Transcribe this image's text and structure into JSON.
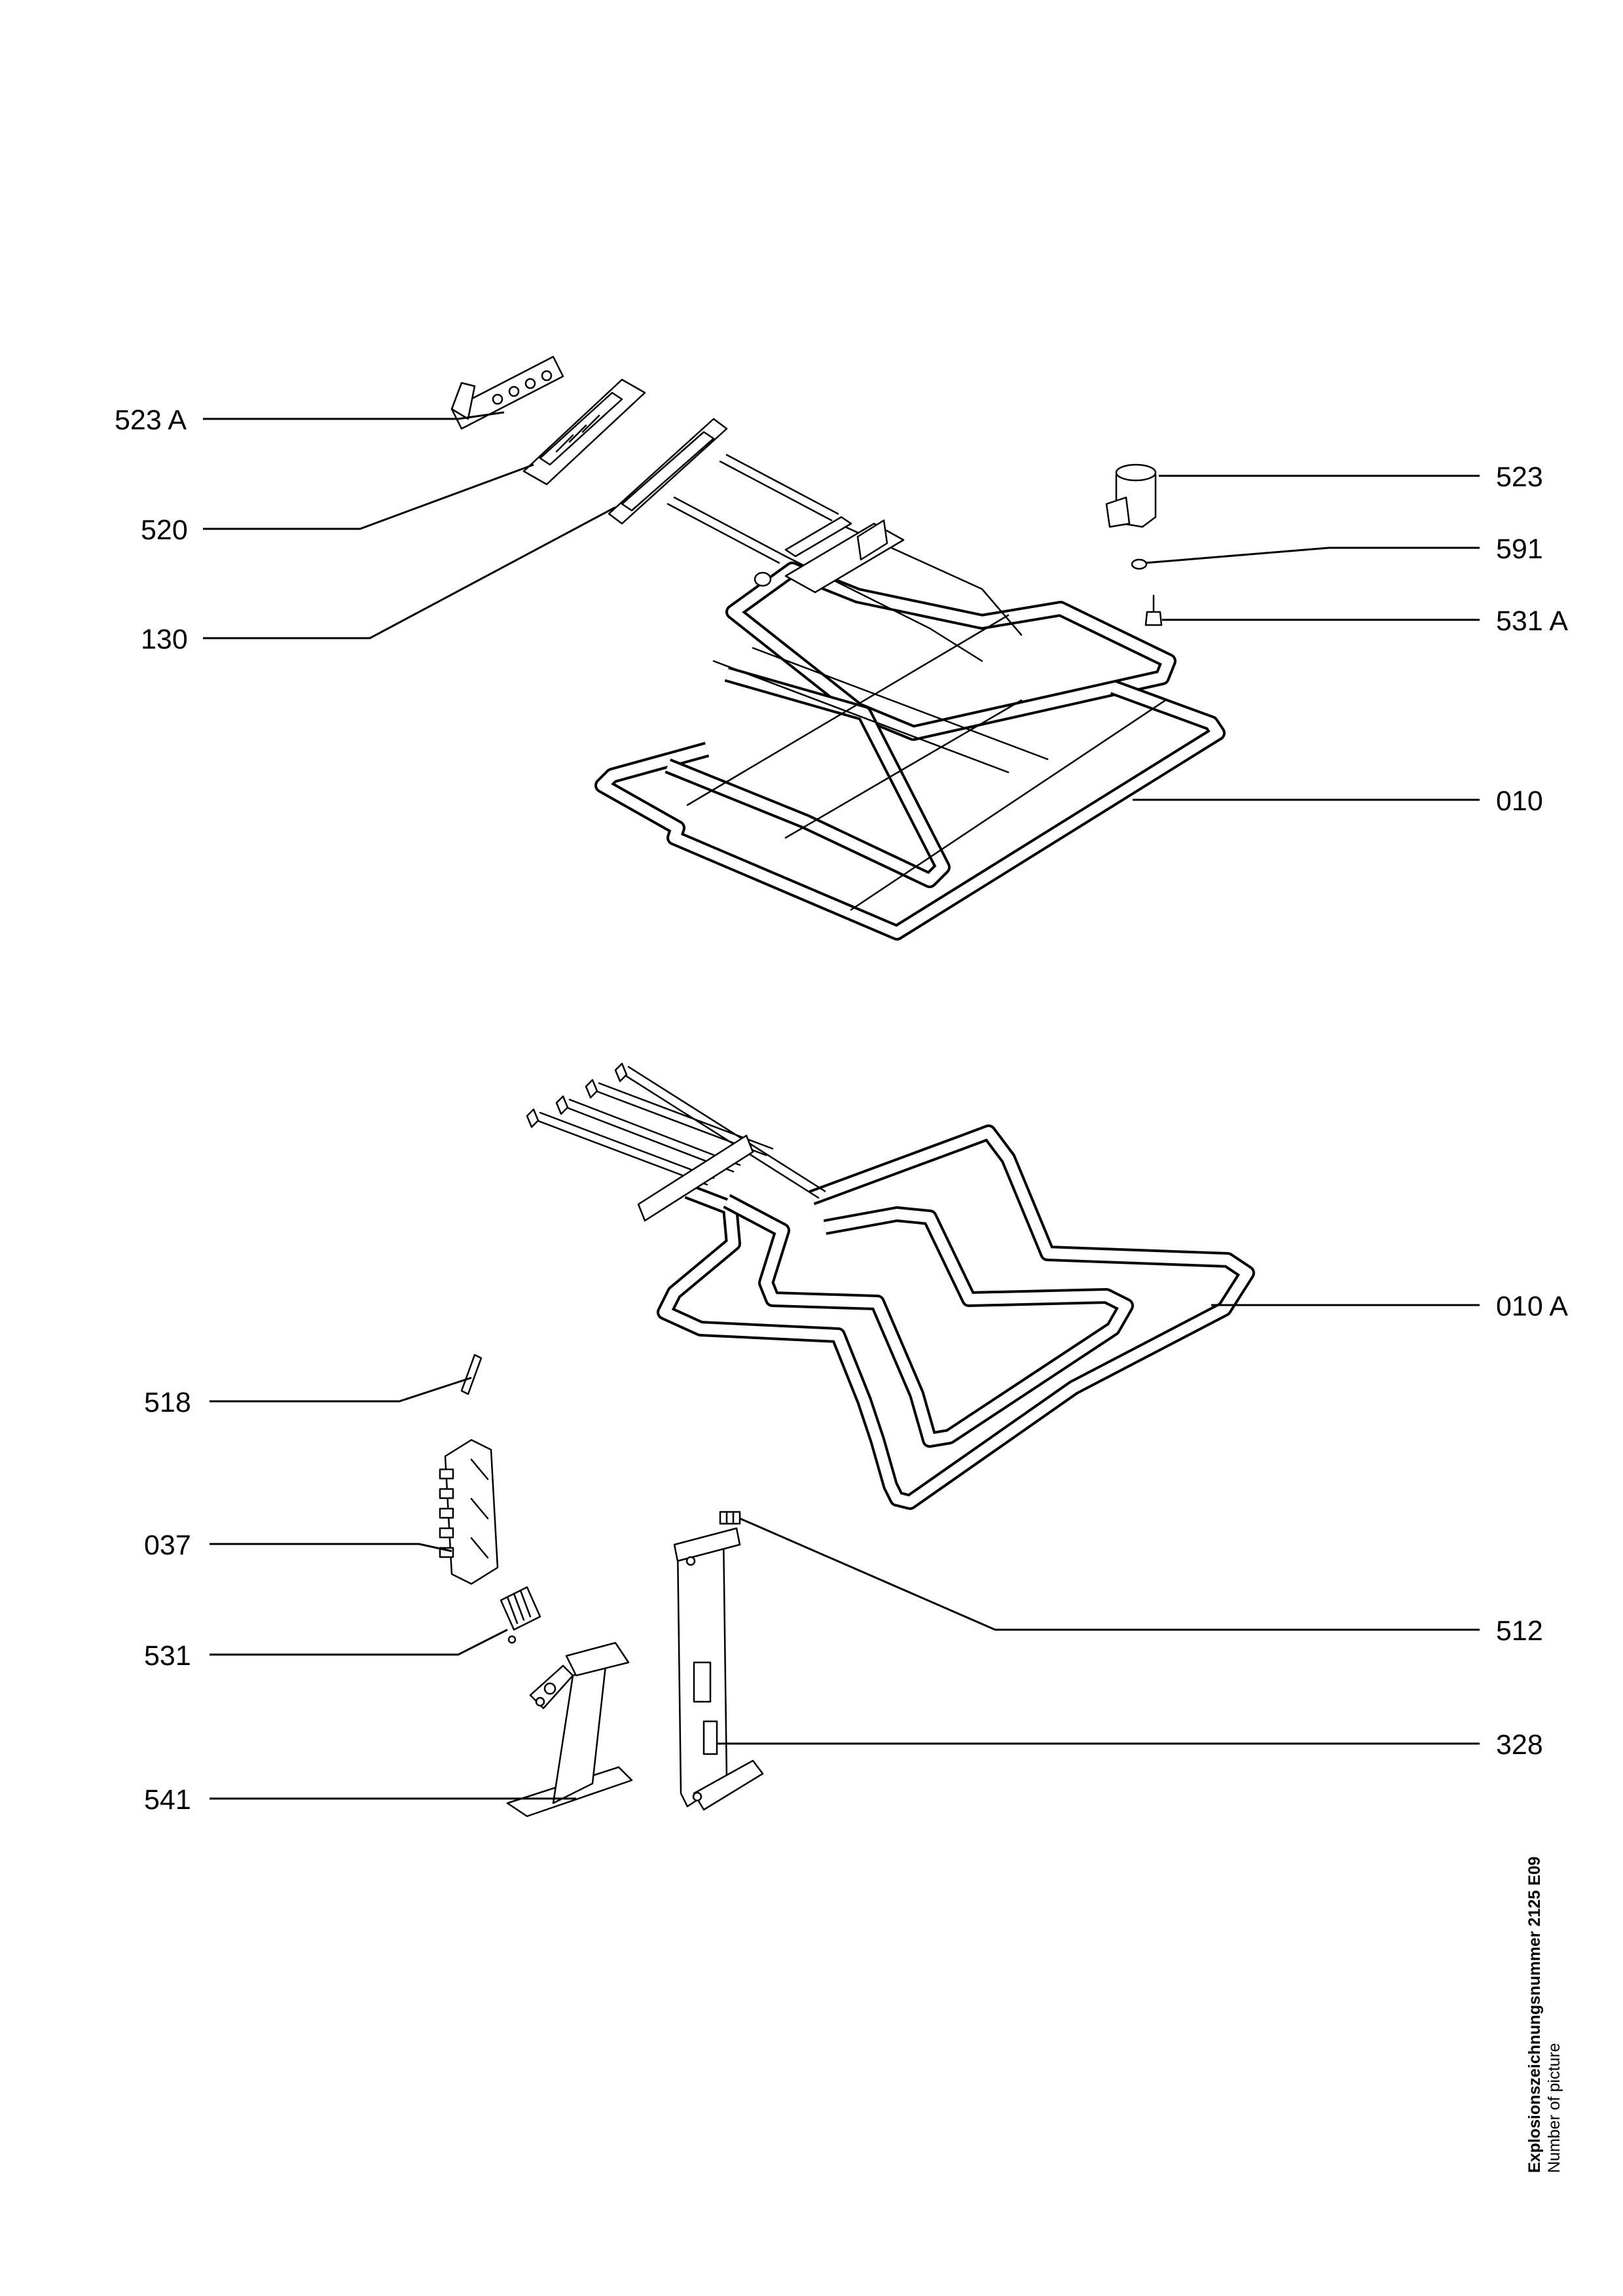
{
  "labels": {
    "l523a": "523 A",
    "l520": "520",
    "l130": "130",
    "l523": "523",
    "l591": "591",
    "l531a": "531 A",
    "l010": "010",
    "l010a": "010 A",
    "l518": "518",
    "l037": "037",
    "l512": "512",
    "l531": "531",
    "l328": "328",
    "l541": "541"
  },
  "caption": {
    "main": "Explosionszeichnungsnummer 2125 E09",
    "sub": "Number of picture"
  }
}
